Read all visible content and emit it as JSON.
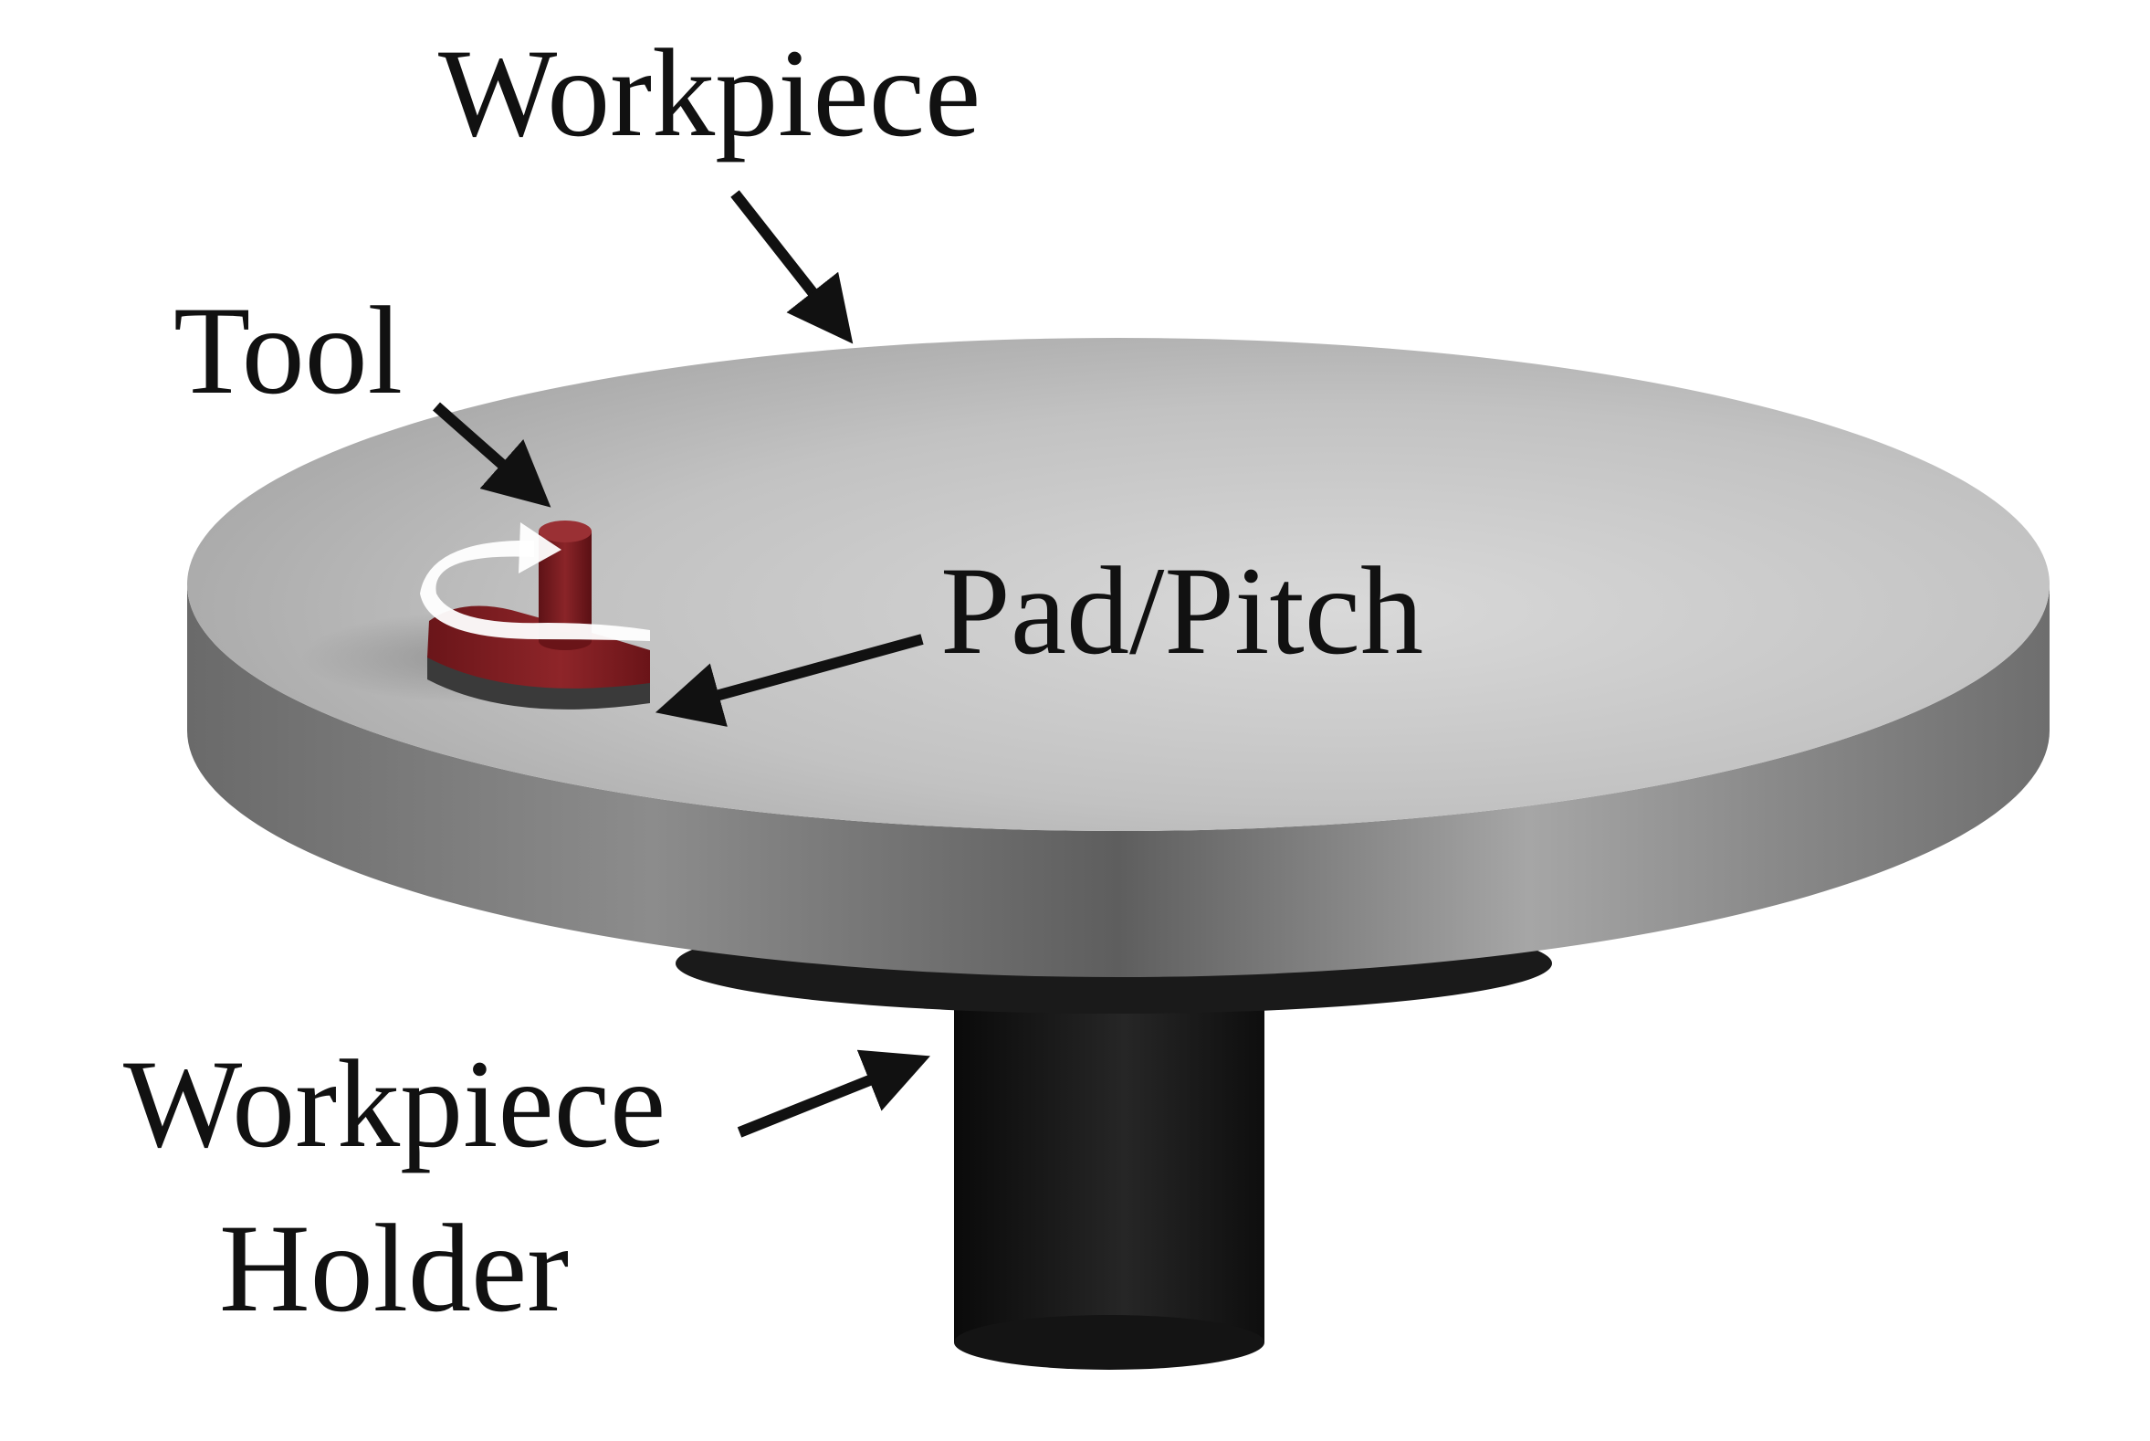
{
  "labels": {
    "workpiece": "Workpiece",
    "tool": "Tool",
    "pad_pitch": "Pad/Pitch",
    "holder_line1": "Workpiece",
    "holder_line2": "Holder"
  },
  "colors": {
    "background": "#ffffff",
    "text": "#111111",
    "arrow": "#111111",
    "workpiece_top": "#bdbdbd",
    "workpiece_rim": "#8a8a8a",
    "holder": "#151515",
    "tool_red": "#7a1a1e",
    "pad_dark": "#3a3a3a",
    "rotation_arrow": "#ffffff"
  },
  "icons": {
    "rotation": "curved-rotation-arrow-icon"
  }
}
